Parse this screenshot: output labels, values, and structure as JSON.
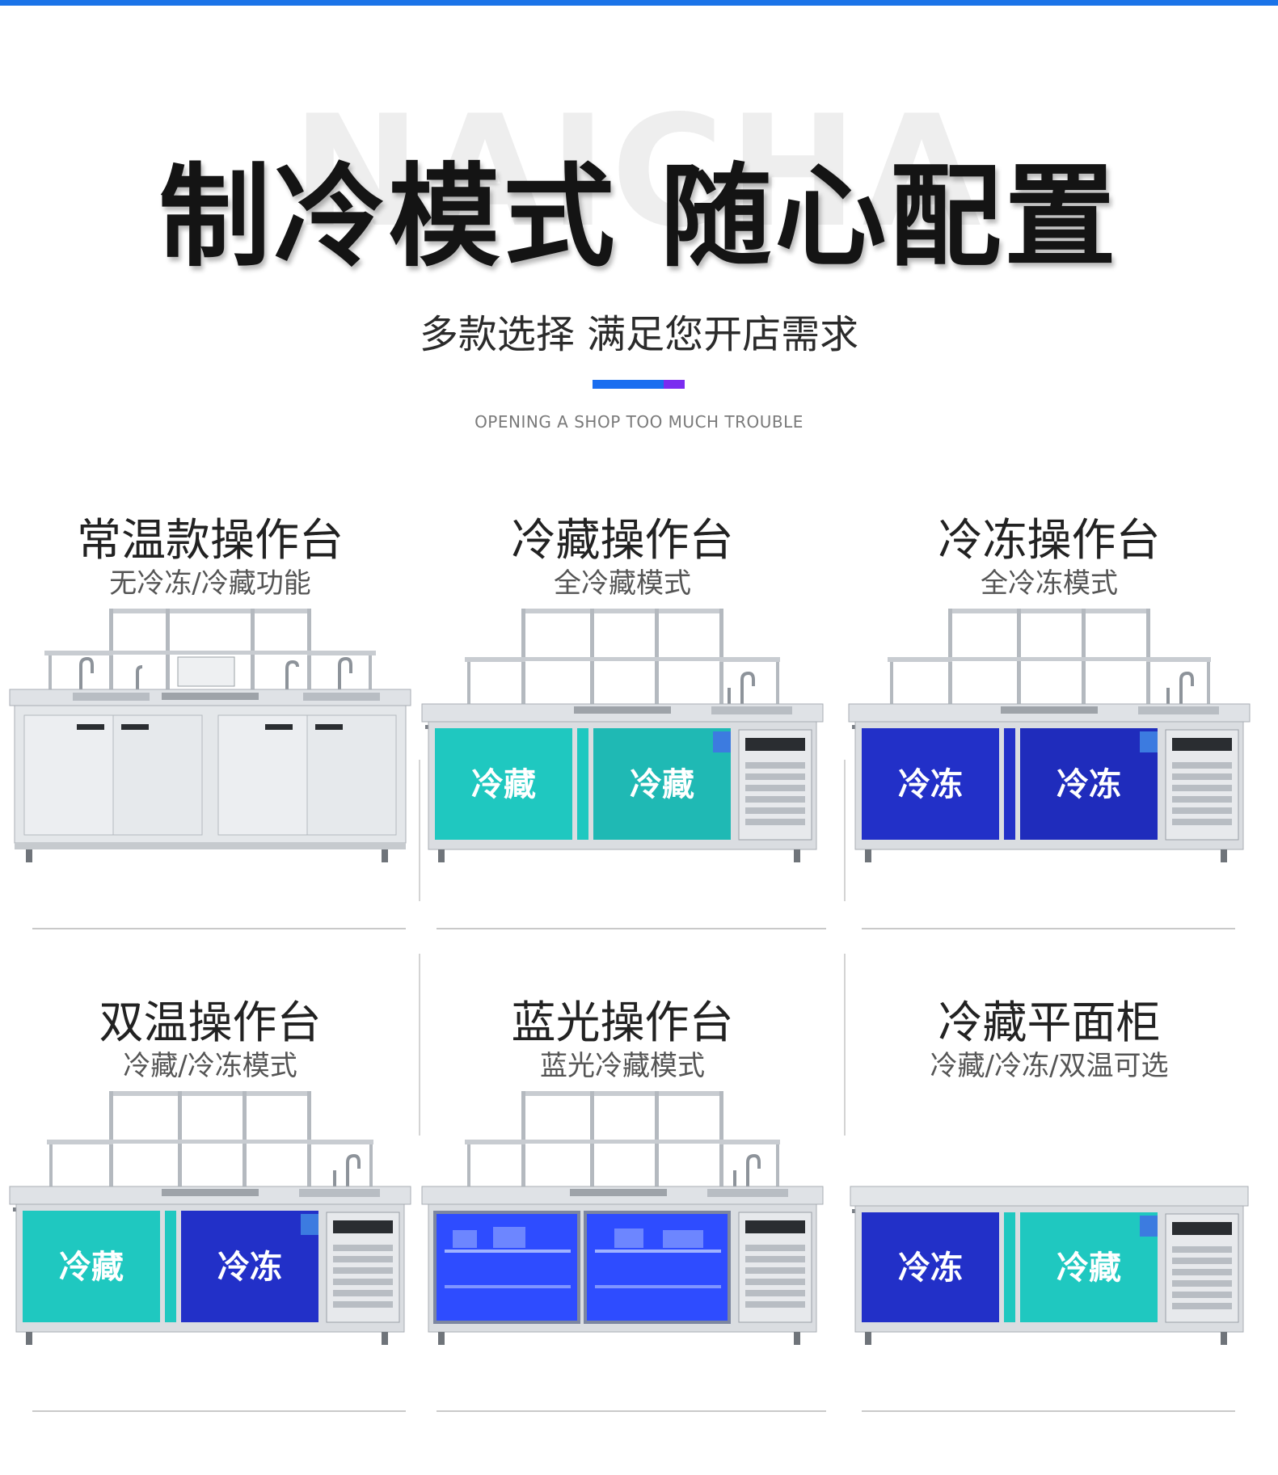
{
  "header": {
    "watermark": "NAICHA",
    "title": "制冷模式 随心配置",
    "subtitle": "多款选择 满足您开店需求",
    "tagline": "OPENING A SHOP TOO MUCH TROUBLE"
  },
  "colors": {
    "top_bar": "#1a73e8",
    "accent_blue": "#1a6ef0",
    "accent_purple": "#7b2cf0",
    "chill_door": "#1fc8c0",
    "freeze_door": "#2230c8",
    "blue_light": "#2e4cff"
  },
  "products": [
    {
      "name": "常温款操作台",
      "desc": "无冷冻/冷藏功能",
      "doors": []
    },
    {
      "name": "冷藏操作台",
      "desc": "全冷藏模式",
      "doors": [
        "冷藏",
        "冷藏"
      ]
    },
    {
      "name": "冷冻操作台",
      "desc": "全冷冻模式",
      "doors": [
        "冷冻",
        "冷冻"
      ]
    },
    {
      "name": "双温操作台",
      "desc": "冷藏/冷冻模式",
      "doors": [
        "冷藏",
        "冷冻"
      ]
    },
    {
      "name": "蓝光操作台",
      "desc": "蓝光冷藏模式",
      "doors": []
    },
    {
      "name": "冷藏平面柜",
      "desc": "冷藏/冷冻/双温可选",
      "doors": [
        "冷冻",
        "冷藏"
      ]
    }
  ]
}
